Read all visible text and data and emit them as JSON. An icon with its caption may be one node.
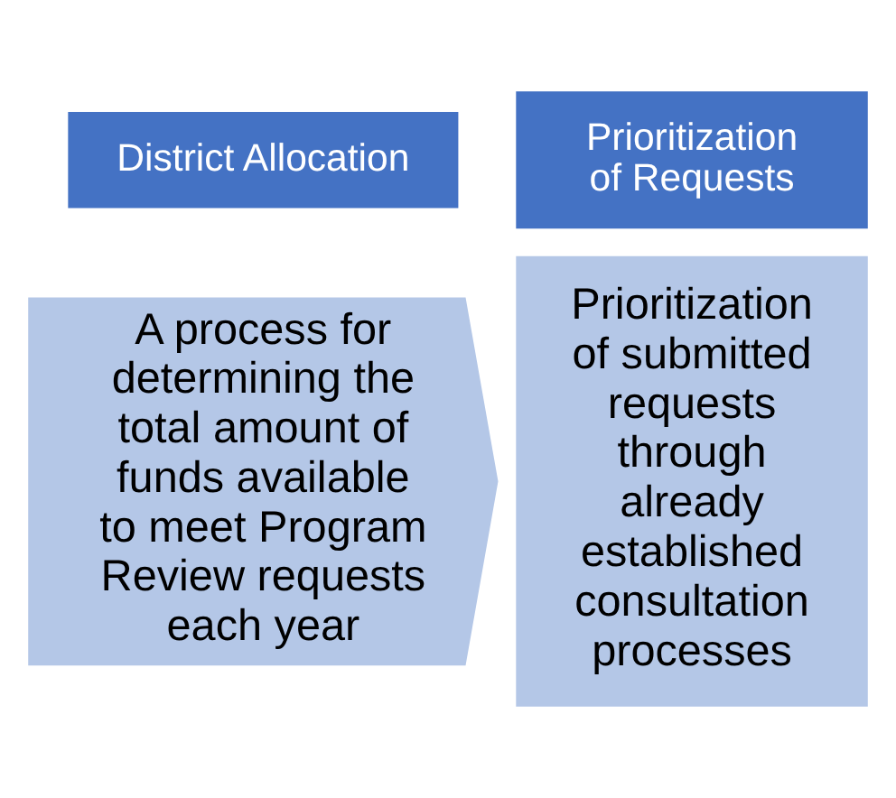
{
  "diagram": {
    "nodes": [
      {
        "text": [
          "District Allocation"
        ]
      },
      {
        "text": [
          "A process for determining the total amount of funds available to meet Program Review requests each year"
        ]
      },
      {
        "text": [
          "Prioritization of Requests"
        ]
      },
      {
        "text": [
          "Prioritization of submitted requests through already established consultation processes"
        ]
      }
    ]
  }
}
